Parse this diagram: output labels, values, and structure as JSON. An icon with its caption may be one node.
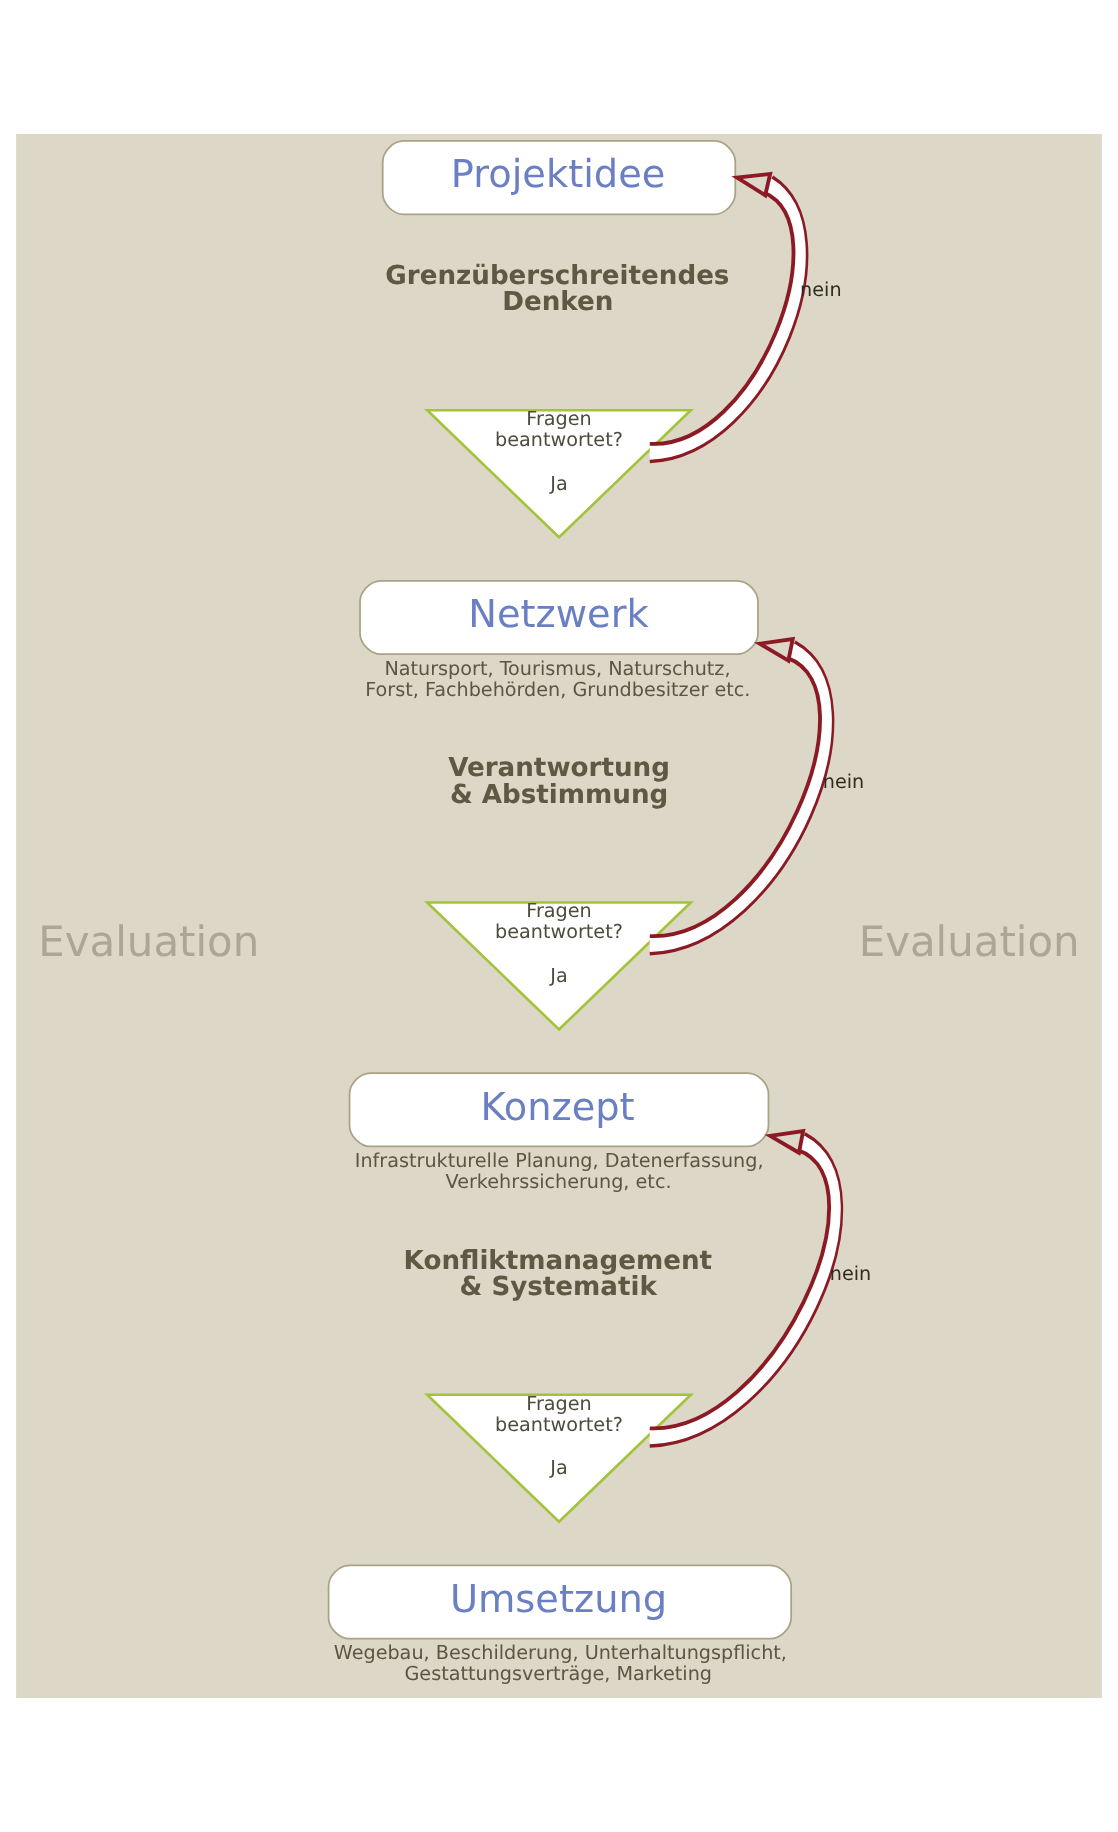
{
  "diagram": {
    "nodes": [
      {
        "text": [
          "Projektidee"
        ]
      },
      {
        "text": [
          "Fragen beantwortet?",
          "Ja"
        ]
      },
      {
        "text": [
          "Netzwerk"
        ],
        "beside": [
          "Natursport, Tourismus, Naturschutz, Forst, Fachbehörden, Grundbesitzer etc."
        ]
      },
      {
        "text": [
          "Fragen beantwortet?",
          "Ja"
        ]
      },
      {
        "text": [
          "Konzept"
        ],
        "beside": [
          "Infrastrukturelle Planung, Datenerfassung, Verkehrssicherung, etc."
        ]
      },
      {
        "text": [
          "Fragen beantwortet?",
          "Ja"
        ]
      },
      {
        "text": [
          "Umsetzung"
        ],
        "beside": [
          "Wegebau, Beschilderung, Unterhaltungspflicht, Gestattungsverträge, Marketing"
        ]
      }
    ],
    "edges": [
      {
        "from": 1,
        "to": 0,
        "arrow": "to",
        "label": "nein"
      },
      {
        "from": 3,
        "to": 2,
        "arrow": "to",
        "label": "nein"
      },
      {
        "from": 5,
        "to": 4,
        "arrow": "to",
        "label": "nein"
      }
    ],
    "labels": [
      "Grenzüberschreitendes Denken",
      "Evaluation",
      "Verantwortung & Abstimmung",
      "Evaluation",
      "Konfliktmanagement & Systematik"
    ]
  }
}
